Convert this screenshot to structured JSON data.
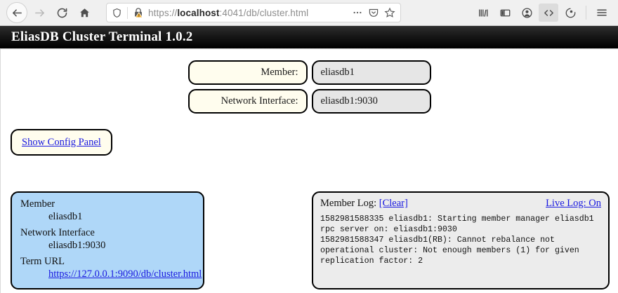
{
  "browser": {
    "nav": {
      "back_label": "Back",
      "forward_label": "Forward",
      "reload_label": "Reload",
      "home_label": "Home"
    },
    "url": {
      "scheme_path_pre": "https://",
      "host": "localhost",
      "rest": ":4041/db/cluster.html",
      "full": "https://localhost:4041/db/cluster.html",
      "shield_icon": "shield-icon",
      "lock_warning_icon": "lock-warning-icon",
      "more_icon": "ellipsis-icon",
      "pocket_icon": "pocket-icon",
      "bookmark_icon": "star-icon"
    },
    "toolbar_right": [
      {
        "name": "library-icon",
        "label": "Library"
      },
      {
        "name": "sidebar-icon",
        "label": "Sidebars"
      },
      {
        "name": "account-icon",
        "label": "Account"
      },
      {
        "name": "developer-tools-icon",
        "label": "Developer Tools",
        "active": true
      },
      {
        "name": "sync-icon",
        "label": "Sync"
      },
      {
        "name": "menu-icon",
        "label": "Open Menu"
      }
    ]
  },
  "page": {
    "title": "EliasDB Cluster Terminal 1.0.2",
    "form": {
      "rows": [
        {
          "label": "Member:",
          "value": "eliasdb1"
        },
        {
          "label": "Network Interface:",
          "value": "eliasdb1:9030"
        }
      ]
    },
    "config_button": {
      "label": "Show Config Panel"
    },
    "info_panel": {
      "member_label": "Member",
      "member_value": "eliasdb1",
      "netif_label": "Network Interface",
      "netif_value": "eliasdb1:9030",
      "termurl_label": "Term URL",
      "termurl_value": "https://127.0.0.1:9090/db/cluster.html"
    },
    "log_panel": {
      "heading": "Member Log:",
      "clear_label": "[Clear]",
      "live_log_label": "Live Log: On",
      "content": "1582981588335 eliasdb1: Starting member manager eliasdb1 rpc server on: eliasdb1:9030\n1582981588347 eliasdb1(RB): Cannot rebalance not operational cluster: Not enough members (1) for given replication factor: 2"
    }
  },
  "colors": {
    "titlebar": "#000000",
    "label_field_bg": "#fffdee",
    "value_field_bg": "#e6e6e6",
    "info_panel_bg": "#afd7f8",
    "log_panel_bg": "#ececec",
    "link": "#1818e0"
  }
}
